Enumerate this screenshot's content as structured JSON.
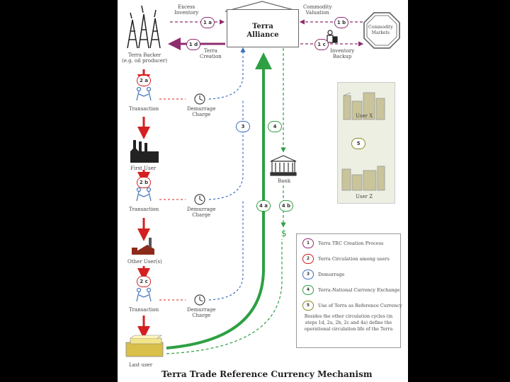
{
  "title": "Terra Trade Reference Currency Mechanism",
  "alliance": {
    "line1": "Terra",
    "line2": "Alliance"
  },
  "flows": {
    "excess_inventory": "Excess\nInventory",
    "commodity_valuation": "Commodity\nValuation",
    "terra_creation": "Terra\nCreation",
    "inventory_backup": "Inventory\nBackup",
    "commodity_markets": "Commodity\nMarkets"
  },
  "actors": {
    "terra_backer": "Terra Backer\n(e.g. oil producer)",
    "first_user": "First User",
    "other_users": "Other User(s)",
    "last_user": "Last user",
    "bank": "Bank",
    "user_x": "User X",
    "user_z": "User Z"
  },
  "steps": {
    "transaction": "Transaction",
    "demurrage": "Demurrage\nCharge",
    "dollar": "$"
  },
  "badges": {
    "b1a": "1 a",
    "b1b": "1 b",
    "b1c": "1 c",
    "b1d": "1 d",
    "b2a": "2 a",
    "b2b": "2 b",
    "b2c": "2 c",
    "b3": "3",
    "b4": "4",
    "b4a": "4 a",
    "b4b": "4 b",
    "b5": "5"
  },
  "legend": {
    "items": [
      {
        "num": "1",
        "text": "Terra TRC Creation Process"
      },
      {
        "num": "2",
        "text": "Terra Circulation among users"
      },
      {
        "num": "3",
        "text": "Demurrage"
      },
      {
        "num": "4",
        "text": "Terra-National Currency Exchange"
      },
      {
        "num": "5",
        "text": "Use of Terra as Reference Currency"
      }
    ],
    "note": "Besides the other circulation cycles (in steps 1d, 2a, 2b, 2c and 4a) define the operational circulation life of the Terra"
  },
  "colors": {
    "purple": "#8e2d6e",
    "red": "#d42020",
    "blue": "#3b6fc0",
    "green": "#2ea043",
    "olive": "#8a8a20"
  }
}
